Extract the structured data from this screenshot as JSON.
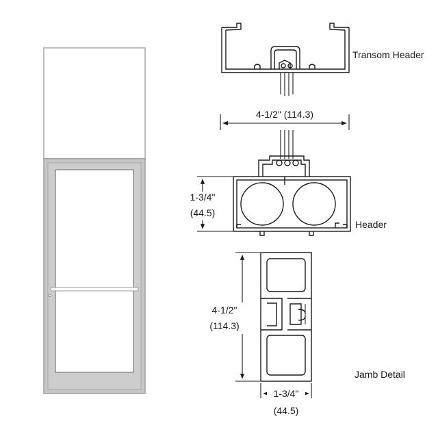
{
  "labels": {
    "transom_header": "Transom Header",
    "header": "Header",
    "jamb_detail": "Jamb Detail"
  },
  "dimensions": {
    "header_width_in": "4-1/2\" (114.3)",
    "header_height_in": "1-3/4\"",
    "header_height_mm": "(44.5)",
    "jamb_depth_in": "4-1/2\"",
    "jamb_depth_mm": "(114.3)",
    "jamb_width_in": "1-3/4\"",
    "jamb_width_mm": "(44.5)"
  },
  "colors": {
    "frame": "#c6c6c6",
    "frame_edge": "#9a9a9a",
    "line": "#1a1a1a"
  }
}
